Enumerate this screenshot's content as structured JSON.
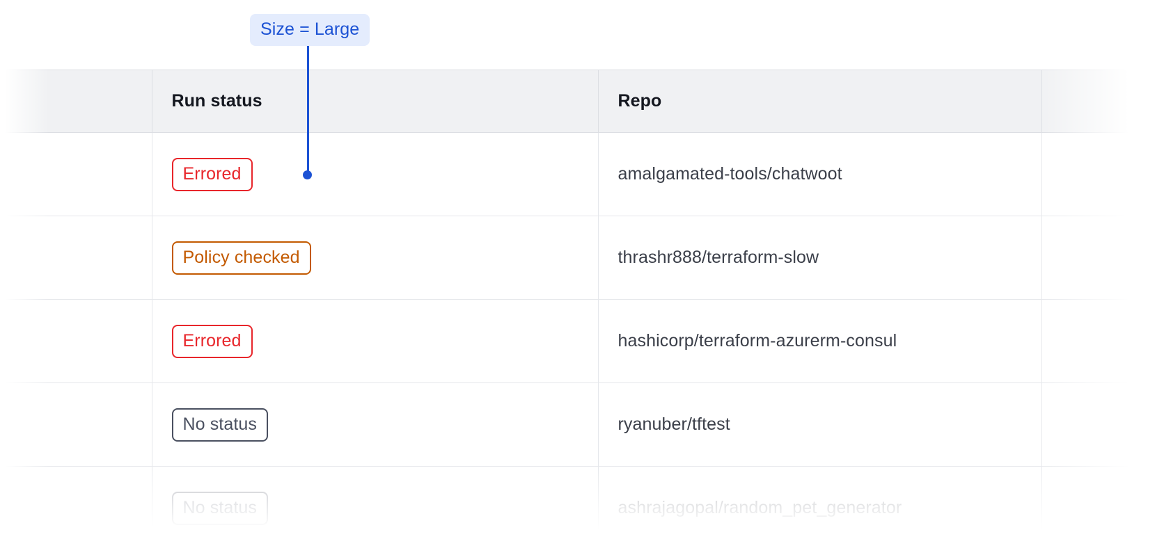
{
  "annotation": {
    "label": "Size = Large",
    "accent_color": "#1c52d4",
    "background_color": "#e4ecfd",
    "connector": "vertical-line-with-dot"
  },
  "table": {
    "columns": [
      {
        "key": "spacer",
        "label": ""
      },
      {
        "key": "run_status",
        "label": "Run status"
      },
      {
        "key": "repo",
        "label": "Repo"
      },
      {
        "key": "tail",
        "label": ""
      }
    ],
    "header_background": "#f0f1f3",
    "rows": [
      {
        "status": "Errored",
        "status_color": "#e8262b",
        "repo": "amalgamated-tools/chatwoot",
        "faded": false
      },
      {
        "status": "Policy checked",
        "status_color": "#c35a00",
        "repo": "thrashr888/terraform-slow",
        "faded": false
      },
      {
        "status": "Errored",
        "status_color": "#e8262b",
        "repo": "hashicorp/terraform-azurerm-consul",
        "faded": false
      },
      {
        "status": "No status",
        "status_color": "#4a5060",
        "repo": "ryanuber/tftest",
        "faded": false
      },
      {
        "status": "No status",
        "status_color": "#4a5060",
        "repo": "ashrajagopal/random_pet_generator",
        "faded": true
      }
    ]
  }
}
